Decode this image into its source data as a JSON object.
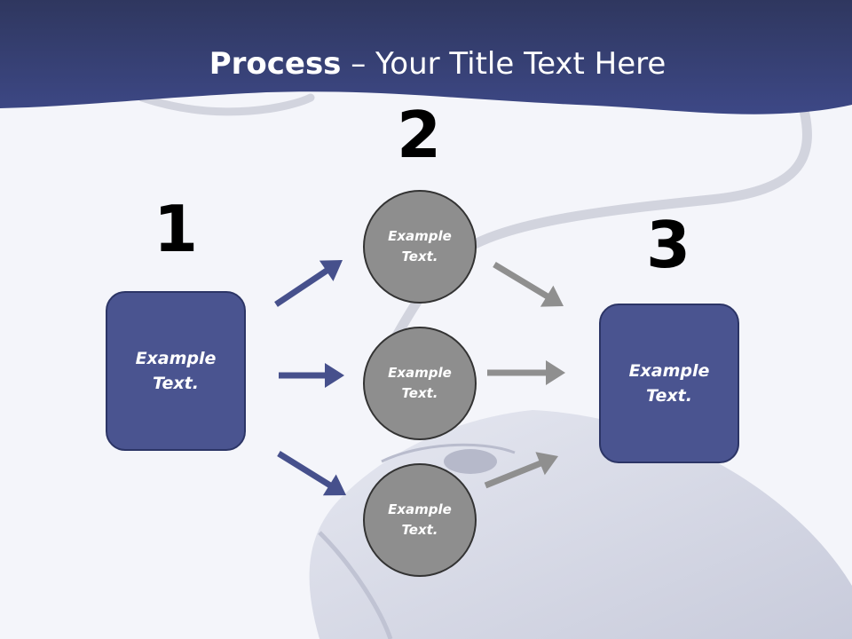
{
  "title": {
    "bold": "Process",
    "rest": " – Your Title Text Here"
  },
  "steps": {
    "one": "1",
    "two": "2",
    "three": "3"
  },
  "left_box": {
    "text": "Example\nText."
  },
  "right_box": {
    "text": "Example\nText."
  },
  "circles": [
    {
      "text": "Example\nText."
    },
    {
      "text": "Example\nText."
    },
    {
      "text": "Example\nText."
    }
  ],
  "colors": {
    "header": "#3d4886",
    "box_fill": "#4a5490",
    "circle_fill": "#8e8e8e",
    "arrow_blue": "#46508c",
    "arrow_gray": "#8f8f8f"
  }
}
